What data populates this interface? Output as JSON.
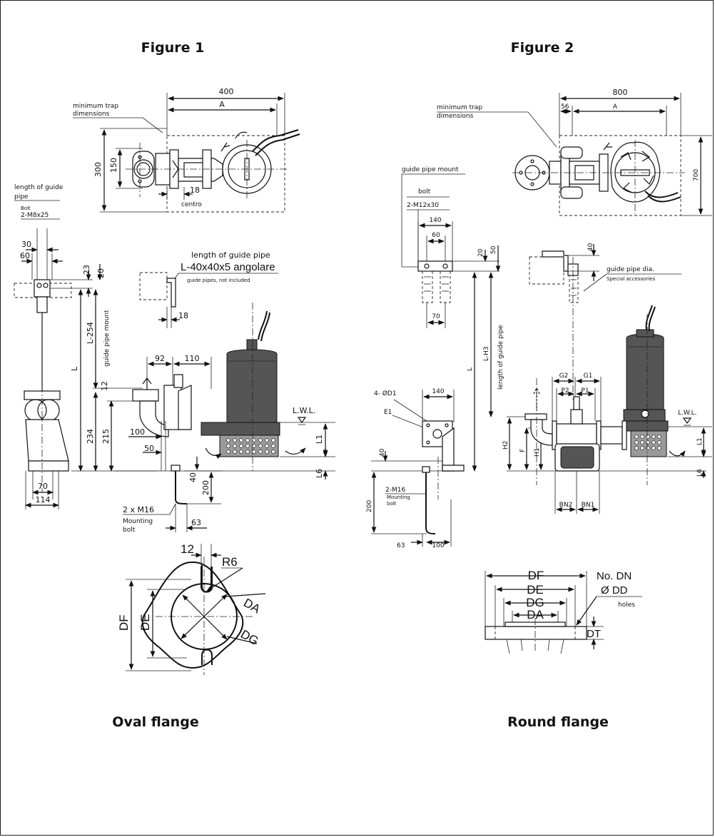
{
  "figures": {
    "fig1_title": "Figure 1",
    "fig2_title": "Figure 2",
    "oval_title": "Oval flange",
    "round_title": "Round flange"
  },
  "fig1": {
    "trap_label_1": "minimum trap",
    "trap_label_2": "dimensions",
    "dim_400": "400",
    "dim_A": "A",
    "dim_150": "150",
    "dim_300": "300",
    "dim_18a": "18",
    "centro": "centro",
    "guide_len_1": "length of guide",
    "guide_len_2": "pipe",
    "bolt": "Bolt",
    "bolt_spec": "2-M8x25",
    "dim_30": "30",
    "dim_60": "60",
    "dim_23": "23",
    "dim_20": "20",
    "dim_L254": "L-254",
    "guide_mount": "guide pipe mount",
    "dim_L": "L",
    "dim_12": "12",
    "dim_234": "234",
    "dim_215": "215",
    "dim_70": "70",
    "dim_114": "114",
    "guide_len_full": "length of guide pipe",
    "angle_spec": "L-40x40x5 angolare",
    "not_included": "guide pipes, not included",
    "dim_18b": "18",
    "dim_92": "92",
    "dim_110": "110",
    "lwl": "L.W.L.",
    "dim_L1": "L1",
    "dim_L6": "L6",
    "dim_100": "100",
    "dim_50": "50",
    "dim_40": "40",
    "dim_200": "200",
    "dim_63": "63",
    "mount_bolt_1": "2 x M16",
    "mount_bolt_2": "Mounting",
    "mount_bolt_3": "bolt"
  },
  "fig2": {
    "dim_800": "800",
    "dim_56": "56",
    "dim_A": "A",
    "trap_label_1": "minimum trap",
    "trap_label_2": "dimensions",
    "dim_700": "700",
    "guide_mount": "guide pipe mount",
    "bolt": "bolt",
    "bolt_spec": "2-M12x30",
    "dim_140": "140",
    "dim_60": "60",
    "dim_20": "20",
    "dim_50": "50",
    "dim_40": "40",
    "guide_dia": "guide pipe dia.",
    "special": "Special accessories",
    "dim_70": "70",
    "dim_L": "L",
    "dim_LH3": "L-H3",
    "guide_len": "length of guide pipe",
    "holes_4": "4- ØD1",
    "e1": "E1",
    "dim_140b": "140",
    "dim_40b": "40",
    "dim_200": "200",
    "m16": "2-M16",
    "mount_1": "Mounting",
    "mount_2": "bolt",
    "dim_63": "63",
    "dim_100": "100",
    "g2": "G2",
    "g1": "G1",
    "p2": "P2",
    "p1": "P1",
    "h2": "H2",
    "f": "F",
    "h1": "H1",
    "lwl": "L.W.L.",
    "l1": "L1",
    "l6": "L6",
    "bn2": "BN2",
    "bn1": "BN1"
  },
  "oval_flange": {
    "dim_12": "12",
    "r6": "R6",
    "df": "DF",
    "de": "DE",
    "da": "DA",
    "dg": "DG"
  },
  "round_flange": {
    "df": "DF",
    "de": "DE",
    "dg": "DG",
    "da": "DA",
    "no_dn": "No. DN",
    "dd": "Ø DD",
    "holes": "holes",
    "dt": "DT"
  }
}
